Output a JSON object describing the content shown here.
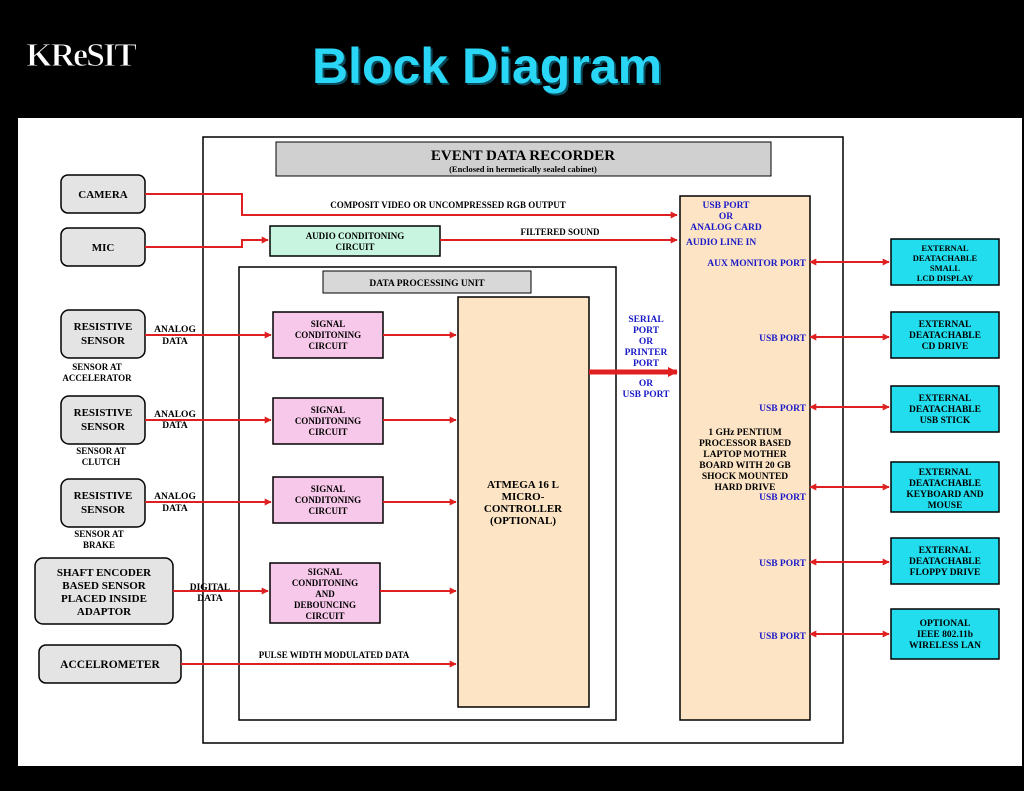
{
  "logo_text": "KReSIT",
  "title": "Block Diagram",
  "recorder": {
    "title": "EVENT DATA RECORDER",
    "subtitle": "(Enclosed in hermetically sealed cabinet)"
  },
  "dpu": {
    "title": "DATA PROCESSING UNIT"
  },
  "inputs": {
    "camera": "CAMERA",
    "mic": "MIC",
    "resistive_sensor": [
      "RESISTIVE",
      "SENSOR"
    ],
    "sensor_accelerator": [
      "SENSOR AT",
      "ACCELERATOR"
    ],
    "sensor_clutch": [
      "SENSOR AT",
      "CLUTCH"
    ],
    "sensor_brake": [
      "SENSOR AT",
      "BRAKE"
    ],
    "shaft_encoder": [
      "SHAFT ENCODER",
      "BASED SENSOR",
      "PLACED INSIDE",
      "ADAPTOR"
    ],
    "accelerometer": "ACCELROMETER"
  },
  "audio_circuit": [
    "AUDIO CONDITONING",
    "CIRCUIT"
  ],
  "signal_circuit": [
    "SIGNAL",
    "CONDITONING",
    "CIRCUIT"
  ],
  "debounce_circuit": [
    "SIGNAL",
    "CONDITONING",
    "AND",
    "DEBOUNCING",
    "CIRCUIT"
  ],
  "microcontroller": [
    "ATMEGA 16 L",
    "MICRO-",
    "CONTROLLER",
    "(OPTIONAL)"
  ],
  "signals": {
    "video": "COMPOSIT VIDEO OR UNCOMPRESSED RGB OUTPUT",
    "sound": "FILTERED SOUND",
    "analog": [
      "ANALOG",
      "DATA"
    ],
    "digital": [
      "DIGITAL",
      "DATA"
    ],
    "pwm": "PULSE WIDTH MODULATED DATA",
    "serial": [
      "SERIAL",
      "PORT",
      "OR",
      "PRINTER",
      "PORT"
    ],
    "or_usb": [
      "OR",
      "USB PORT"
    ]
  },
  "laptop": {
    "usb_analog": [
      "USB PORT",
      "OR",
      "ANALOG CARD"
    ],
    "audio_line": "AUDIO LINE IN",
    "aux_monitor": "AUX MONITOR PORT",
    "usb_port": "USB PORT",
    "description": [
      "1 GHz PENTIUM",
      "PROCESSOR BASED",
      "LAPTOP MOTHER",
      "BOARD WITH 20 GB",
      "SHOCK MOUNTED",
      "HARD DRIVE"
    ]
  },
  "peripherals": {
    "lcd": [
      "EXTERNAL",
      "DEATACHABLE",
      "SMALL",
      "LCD DISPLAY"
    ],
    "cd": [
      "EXTERNAL",
      "DEATACHABLE",
      "CD DRIVE"
    ],
    "usb_stick": [
      "EXTERNAL",
      "DEATACHABLE",
      "USB STICK"
    ],
    "keyboard": [
      "EXTERNAL",
      "DEATACHABLE",
      "KEYBOARD AND",
      "MOUSE"
    ],
    "floppy": [
      "EXTERNAL",
      "DEATACHABLE",
      "FLOPPY DRIVE"
    ],
    "wireless": [
      "OPTIONAL",
      "IEEE 802.11b",
      "WIRELESS LAN"
    ]
  },
  "colors": {
    "title": "#29d6f5",
    "arrow": "#e02020",
    "port_text": "#1a1ac8",
    "audio_box": "#c8f5e0",
    "signal_box": "#f8c8ea",
    "mcu_box": "#fde4c4",
    "peripheral_box": "#22ddee",
    "input_box": "#e4e4e4",
    "header_box": "#d0d0d0"
  }
}
